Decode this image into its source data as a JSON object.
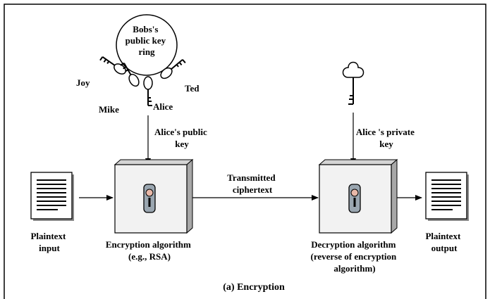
{
  "labels": {
    "key_ring": [
      "Bobs's",
      "public key",
      "ring"
    ],
    "joy": "Joy",
    "mike": "Mike",
    "alice": "Alice",
    "ted": "Ted",
    "alice_public_key": [
      "Alice's public",
      "key"
    ],
    "alice_private_key": [
      "Alice 's private",
      "key"
    ],
    "transmitted": [
      "Transmitted",
      "ciphertext"
    ],
    "plaintext_input": [
      "Plaintext",
      "input"
    ],
    "plaintext_output": [
      "Plaintext",
      "output"
    ],
    "encryption_algorithm": [
      "Encryption algorithm",
      "(e.g., RSA)"
    ],
    "decryption_algorithm": [
      "Decryption algorithm",
      "(reverse of encryption",
      "algorithm)"
    ],
    "caption": "(a) Encryption"
  },
  "colors": {
    "box_face": "#f2f2f2",
    "box_top": "#d4d4d4",
    "box_side": "#a8a8a8",
    "lock": "#9aa6b0",
    "lock_knob": "#e8b8a8",
    "line": "#000000"
  },
  "icons": [
    "key-ring-icon",
    "key-icon",
    "document-icon",
    "lock-icon",
    "cloud-key-icon"
  ]
}
